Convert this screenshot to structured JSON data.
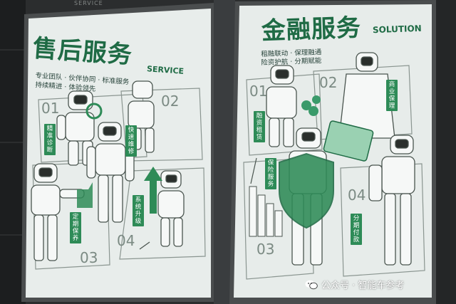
{
  "left_poster": {
    "title": "售后服务",
    "title_en": "SERVICE",
    "subtitle_line1": "专业团队 · 伙伴协同 · 标准服务",
    "subtitle_line2": "持续精进 · 体验领先",
    "top_sign": "SERVICE",
    "panels": [
      {
        "number": "01",
        "tag": "精准诊断"
      },
      {
        "number": "02",
        "tag": "快速维修"
      },
      {
        "number": "03",
        "tag": "定期保养"
      },
      {
        "number": "04",
        "tag": "系统升级"
      }
    ]
  },
  "right_poster": {
    "title": "金融服务",
    "title_en": "SOLUTION",
    "subtitle_line1": "租融联动 · 保理融通",
    "subtitle_line2": "险资护航 · 分期赋能",
    "panels": [
      {
        "number": "01",
        "tag": "融资租赁"
      },
      {
        "number": "02",
        "tag": "商业保理"
      },
      {
        "number": "03",
        "tag": "保险服务"
      },
      {
        "number": "04",
        "tag": "分期付款"
      }
    ]
  },
  "watermark": {
    "text": "公众号 · 智能车参考",
    "icon": "wechat-icon"
  },
  "colors": {
    "accent_green": "#2e8b57",
    "title_green": "#1f6b45",
    "poster_bg": "#e9eeec",
    "backdrop": "#2a2c2d"
  }
}
